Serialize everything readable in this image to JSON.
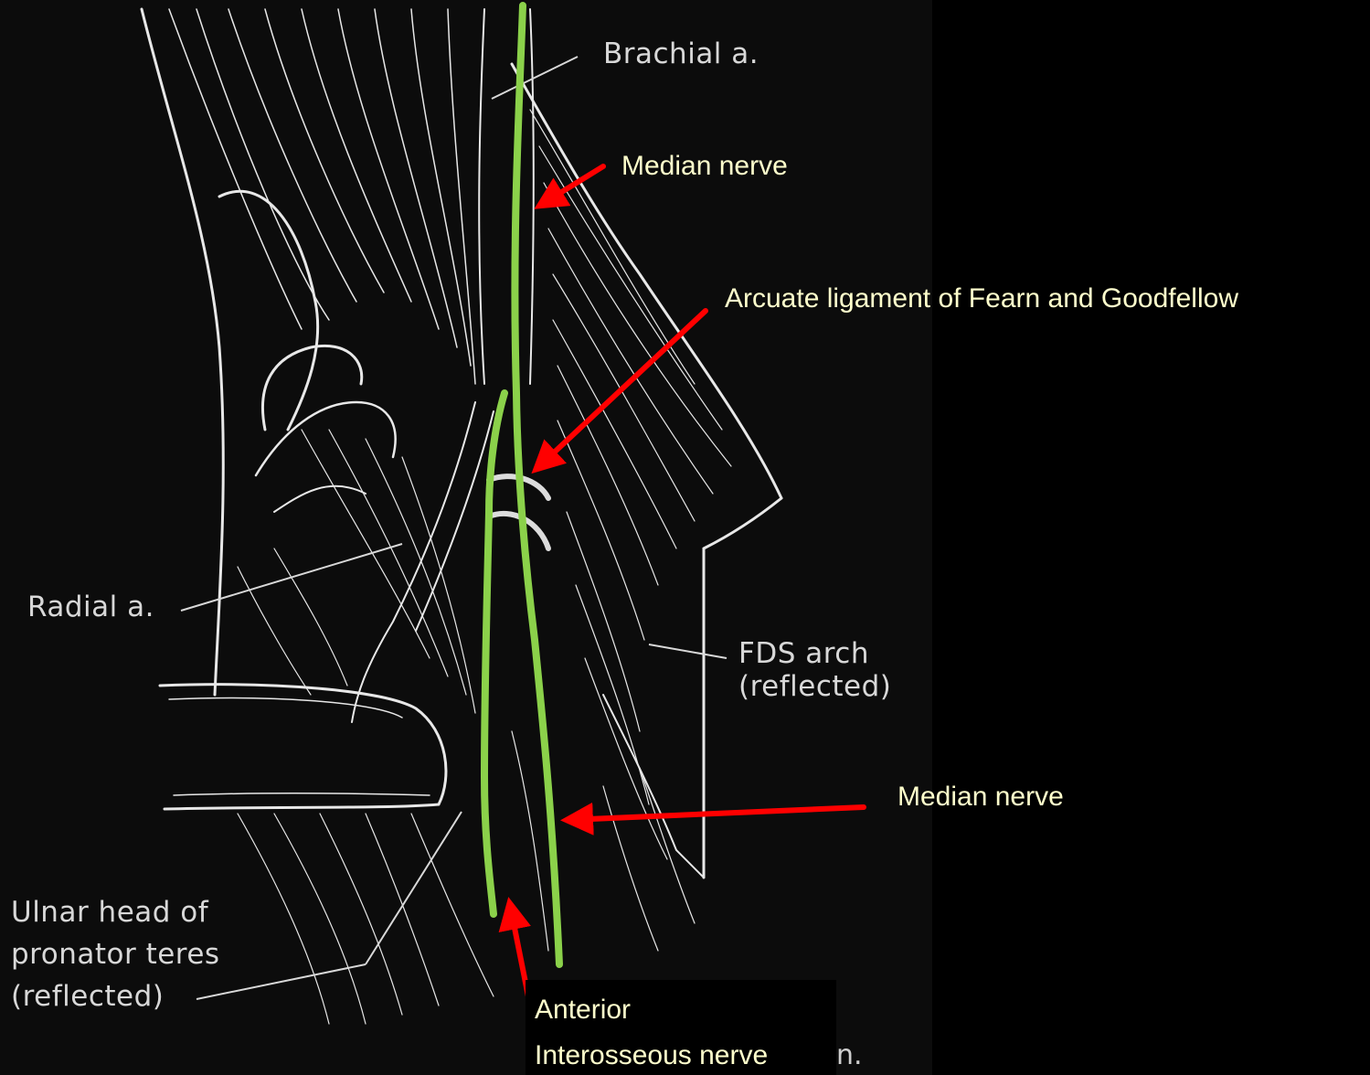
{
  "colors": {
    "background": "#000000",
    "nerve_trace": "#8bd14a",
    "pointer_arrow": "#ff0000",
    "annotation_text": "#ffffcc",
    "printed_label_text": "#d8d8d8"
  },
  "printed_labels": {
    "brachial_artery": "Brachial a.",
    "radial_artery": "Radial a.",
    "fds_arch_line1": "FDS arch",
    "fds_arch_line2": "(reflected)",
    "ulnar_head_line1": "Ulnar head of",
    "ulnar_head_line2": "pronator teres",
    "ulnar_head_line3": "(reflected)",
    "partial_label": "n."
  },
  "annotations": {
    "median_nerve_upper": "Median nerve",
    "arcuate_ligament": "Arcuate ligament of Fearn and Goodfellow",
    "median_nerve_lower": "Median nerve",
    "anterior_interosseous_line1": "Anterior",
    "anterior_interosseous_line2": "Interosseous nerve"
  },
  "icons": {
    "arrow": "red-arrow-icon",
    "nerve": "green-nerve-trace"
  }
}
